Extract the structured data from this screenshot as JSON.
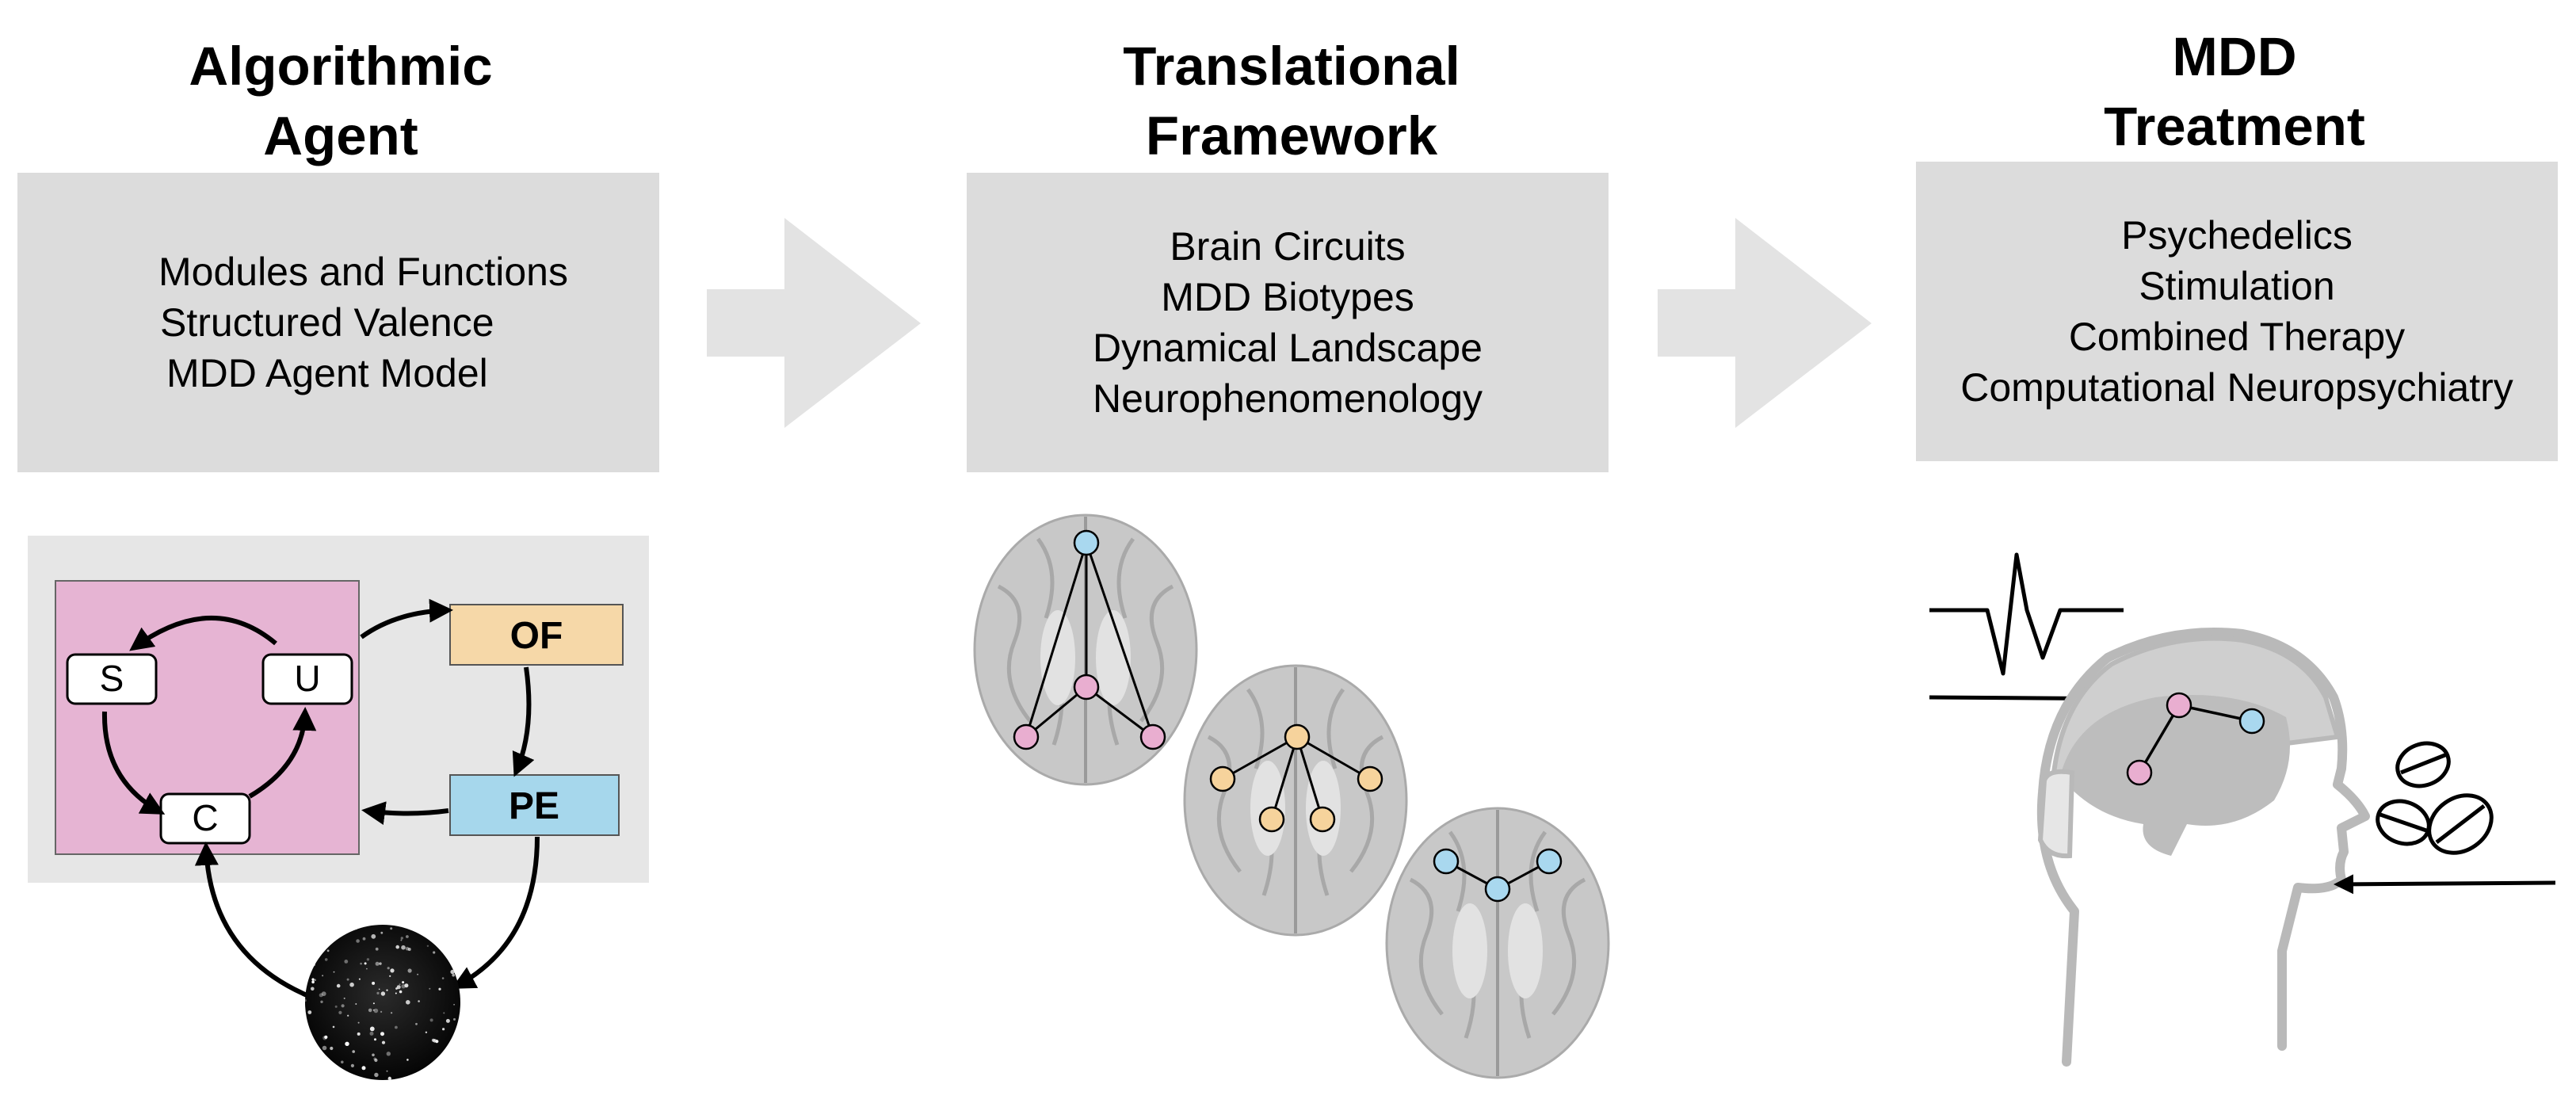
{
  "columns": [
    {
      "title": [
        "Algorithmic",
        "Agent"
      ],
      "items": [
        "Modules and Functions",
        "Structured Valence",
        "MDD Agent Model"
      ]
    },
    {
      "title": [
        "Translational",
        "Framework"
      ],
      "items": [
        "Brain Circuits",
        "MDD Biotypes",
        "Dynamical Landscape",
        "Neurophenomenology"
      ]
    },
    {
      "title": [
        "MDD",
        "Treatment"
      ],
      "items": [
        "Psychedelics",
        "Stimulation",
        "Combined Therapy",
        "Computational Neuropsychiatry"
      ]
    }
  ],
  "agent_diagram": {
    "modules": {
      "s": "S",
      "u": "U",
      "c": "C"
    },
    "signals": {
      "of": "OF",
      "pe": "PE"
    }
  },
  "colors": {
    "panel_gray": "#dcdcdc",
    "arrow_gray": "#e3e3e3",
    "agent_pink": "#e6b4d3",
    "of_orange": "#f6d8a8",
    "pe_blue": "#a6d7ec",
    "node_blue": "#a9d8ef",
    "node_pink": "#e9aed0",
    "node_orange": "#f6d39c"
  },
  "icons": [
    "right-arrow-icon",
    "brain-icon",
    "head-icon",
    "pill-icon",
    "waveform-icon",
    "starfield-icon"
  ]
}
